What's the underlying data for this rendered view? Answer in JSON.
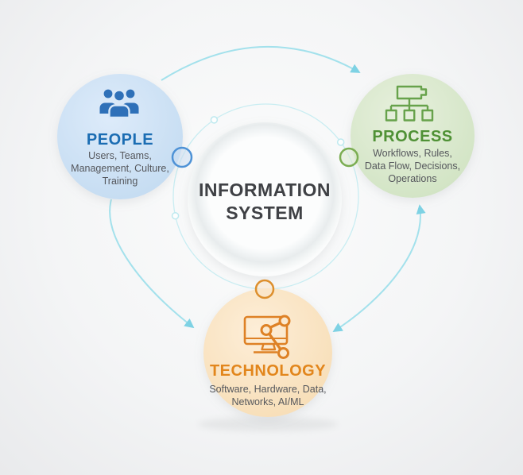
{
  "center": {
    "line1": "INFORMATION",
    "line2": "SYSTEM",
    "text_color": "#3f4145"
  },
  "nodes": {
    "people": {
      "label": "PEOPLE",
      "sub_lines": [
        "Users, Teams,",
        "Management, Culture,",
        "Training"
      ],
      "accent": "#1b6db3",
      "circle_fill": "#cde1f4",
      "icon": "users-group-icon"
    },
    "process": {
      "label": "PROCESS",
      "sub_lines": [
        "Workflows, Rules,",
        "Data Flow, Decisions,",
        "Operations"
      ],
      "accent": "#4f9135",
      "circle_fill": "#dbe9cd",
      "icon": "flowchart-icon"
    },
    "technology": {
      "label": "TECHNOLOGY",
      "sub_lines": [
        "Software, Hardware, Data,",
        "Networks, AI/ML"
      ],
      "accent": "#e2861c",
      "circle_fill": "#fae5c8",
      "icon": "monitor-share-nodes-icon"
    }
  },
  "connections": [
    {
      "from": "PEOPLE",
      "to": "PROCESS",
      "arrow": "one-way"
    },
    {
      "from": "PROCESS",
      "to": "TECHNOLOGY",
      "arrow": "two-way"
    },
    {
      "from": "PEOPLE",
      "to": "TECHNOLOGY",
      "arrow": "one-way"
    }
  ],
  "colors": {
    "arc": "#a3e1ec",
    "arrowhead": "#7ed2e4",
    "orbit_ring": "#c9edf2",
    "sub_text": "#55575c",
    "background_center": "#fbfcfc",
    "background_edge": "#e9eaec"
  }
}
